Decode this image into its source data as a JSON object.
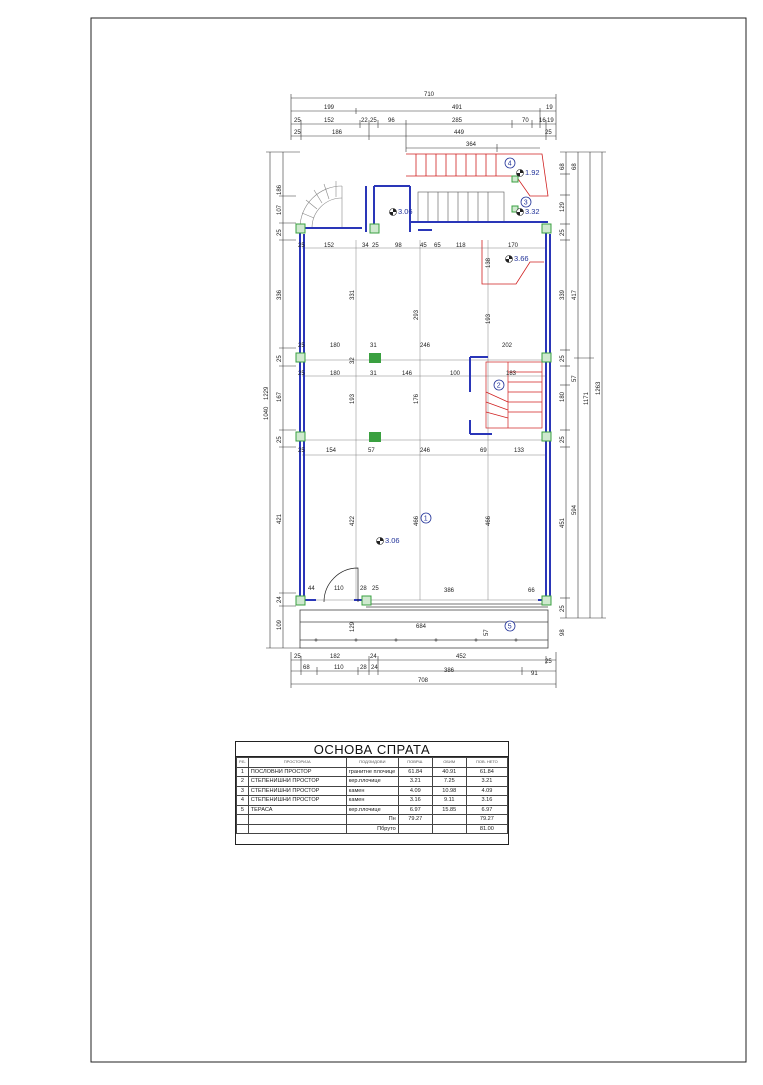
{
  "drawing": {
    "top_dims": {
      "overall": "710",
      "row2": [
        "199",
        "491",
        "19"
      ],
      "row3": [
        "25",
        "152",
        "22",
        "25",
        "96",
        "285",
        "70",
        "16",
        "19"
      ],
      "row4": [
        "25",
        "186",
        "449",
        "25"
      ],
      "stair_top": "364"
    },
    "left_dims": {
      "overall": "1229",
      "outer": [
        "186",
        "107",
        "25",
        "336",
        "25",
        "1040",
        "167",
        "25",
        "421",
        "24",
        "109"
      ],
      "inner": [
        "331",
        "193",
        "176",
        "293",
        "422",
        "129"
      ]
    },
    "right_dims": {
      "outer": [
        "1263",
        "1171",
        "417",
        "594"
      ],
      "inner": [
        "68",
        "68",
        "129",
        "25",
        "339",
        "25",
        "57",
        "180",
        "25",
        "451",
        "25",
        "98"
      ]
    },
    "interior_row1": [
      "25",
      "152",
      "34",
      "25",
      "98",
      "45",
      "65",
      "118",
      "170",
      "138",
      "193"
    ],
    "interior_row2": [
      "25",
      "180",
      "31",
      "246",
      "202",
      "32"
    ],
    "interior_row3": [
      "25",
      "180",
      "31",
      "146",
      "100",
      "183"
    ],
    "interior_row4": [
      "25",
      "154",
      "57",
      "246",
      "69",
      "133"
    ],
    "bottom_row1": [
      "44",
      "110",
      "28",
      "25",
      "386",
      "66"
    ],
    "bottom_terrace": [
      "684",
      "129",
      "57"
    ],
    "bottom_dims": {
      "row1": [
        "25",
        "182",
        "24",
        "452",
        "25"
      ],
      "row2": [
        "68",
        "110",
        "28",
        "24",
        "386",
        "91"
      ],
      "overall": "708"
    },
    "levels": [
      "3.06",
      "3.66",
      "1.92",
      "3.32",
      "3.06"
    ],
    "room_numbers": [
      "1",
      "2",
      "3",
      "4",
      "5"
    ],
    "room_height_label": "466"
  },
  "legend": {
    "title": "ОСНОВА СПРАТА",
    "headers": [
      "Р.Б.",
      "ПРОСТОРИЈА",
      "ПОД/ЗИДОВИ",
      "ПОВРШ.",
      "ОБИМ",
      "ПОВ. НЕТО"
    ],
    "rows": [
      {
        "n": "1",
        "name": "ПОСЛОВНИ ПРОСТОР",
        "floor": "гранитне плочице",
        "a": "61.84",
        "b": "40.91",
        "c": "61.84"
      },
      {
        "n": "2",
        "name": "СТЕПЕНИШНИ ПРОСТОР",
        "floor": "кер.плочице",
        "a": "3.21",
        "b": "7.25",
        "c": "3.21"
      },
      {
        "n": "3",
        "name": "СТЕПЕНИШНИ ПРОСТОР",
        "floor": "камен",
        "a": "4.09",
        "b": "10.98",
        "c": "4.09"
      },
      {
        "n": "4",
        "name": "СТЕПЕНИШНИ ПРОСТОР",
        "floor": "камен",
        "a": "3.16",
        "b": "9.11",
        "c": "3.16"
      },
      {
        "n": "5",
        "name": "ТЕРАСА",
        "floor": "кер.плочице",
        "a": "6.97",
        "b": "15.85",
        "c": "6.97"
      }
    ],
    "total_label": "Пн",
    "total_a": "79.27",
    "total_c": "79.27",
    "gross_label": "Пбруто",
    "gross_value": "81.00"
  },
  "colors": {
    "wall": "#2a36b8",
    "stair": "#d02020",
    "column": "#3aa040",
    "dim": "#333333"
  }
}
